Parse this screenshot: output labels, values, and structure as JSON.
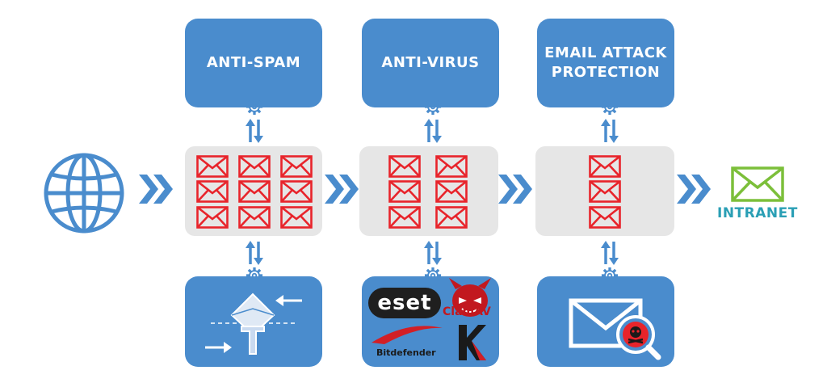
{
  "boxes": {
    "anti_spam": "ANTI-SPAM",
    "anti_virus": "ANTI-VIRUS",
    "email_attack": "EMAIL ATTACK\nPROTECTION"
  },
  "destination": "INTRANET",
  "vendors": {
    "eset": "eset",
    "clamav": "ClamAV",
    "bitdefender": "Bitdefender"
  },
  "colors": {
    "blue": "#4a8ccd",
    "gray": "#e6e6e6",
    "envelope_red": "#e8242b",
    "intranet_green": "#7cbf3a",
    "intranet_text": "#2a9fb5"
  },
  "icons": {
    "source": "globe-icon",
    "flow": "chevron-right-icon",
    "exchange": "bidirectional-arrows-icon",
    "settings": "gear-icon",
    "message": "envelope-icon"
  }
}
